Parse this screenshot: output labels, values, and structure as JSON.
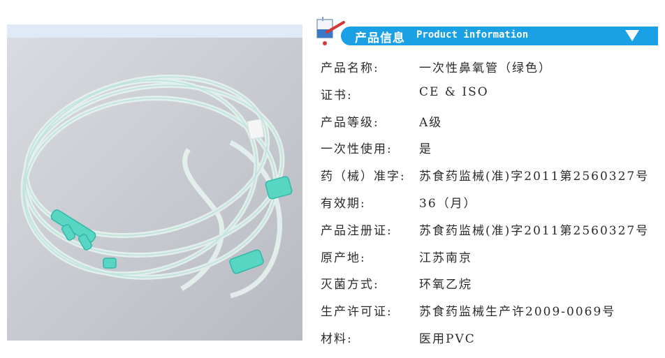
{
  "header": {
    "title_cn": "产品信息",
    "title_en": "Product information",
    "bar_color": "#1aa0e4",
    "icons": [
      "flask-pipette-icon",
      "triangle-down-icon"
    ]
  },
  "specs": [
    {
      "label": "产品名称:",
      "value": "一次性鼻氧管（绿色）"
    },
    {
      "label": "证书:",
      "value": "CE & ISO"
    },
    {
      "label": "产品等级:",
      "value": "A级"
    },
    {
      "label": "一次性使用:",
      "value": "是"
    },
    {
      "label": "药（械）准字:",
      "value": "苏食药监械(准)字2011第2560327号"
    },
    {
      "label": "有效期:",
      "value": "36（月）"
    },
    {
      "label": "产品注册证:",
      "value": "苏食药监械(准)字2011第2560327号"
    },
    {
      "label": "原产地:",
      "value": "江苏南京"
    },
    {
      "label": "灭菌方式:",
      "value": " 环氧乙烷"
    },
    {
      "label": "生产许可证:",
      "value": "苏食药监械生产许2009-0069号"
    },
    {
      "label": "材料:",
      "value": "医用PVC"
    }
  ]
}
